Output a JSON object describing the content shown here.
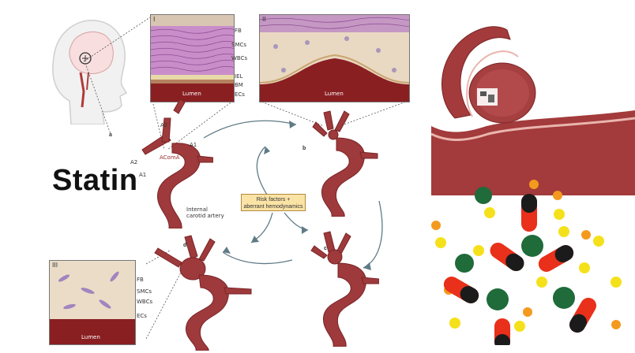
{
  "main_text": "Statin",
  "panels": {
    "panel_1": {
      "numeral": "I",
      "lumen": "Lumen",
      "labels": [
        "FB",
        "SMCs",
        "WBCs",
        "IEL",
        "BM",
        "ECs"
      ]
    },
    "panel_2": {
      "numeral": "II",
      "lumen": "Lumen"
    },
    "panel_3": {
      "numeral": "III",
      "lumen": "Lumen",
      "labels": [
        "FB",
        "SMCs",
        "WBCs",
        "ECs"
      ]
    }
  },
  "vessel_labels": {
    "a": "a",
    "b": "b",
    "c": "c",
    "d": "d",
    "a2_top": "A2",
    "a2_left": "A2",
    "a1": "A1",
    "acoma": "AComA",
    "a1_lower": "A1",
    "internal_carotid": "Internal\ncarotid artery"
  },
  "risk_box": {
    "line1": "Risk factors +",
    "line2": "aberrant hemodynamics"
  },
  "colors": {
    "vessel": "#9e3a3c",
    "vessel_dark": "#7a2426",
    "lumen": "#8a1f22",
    "risk_box": "#fbe3a6"
  }
}
